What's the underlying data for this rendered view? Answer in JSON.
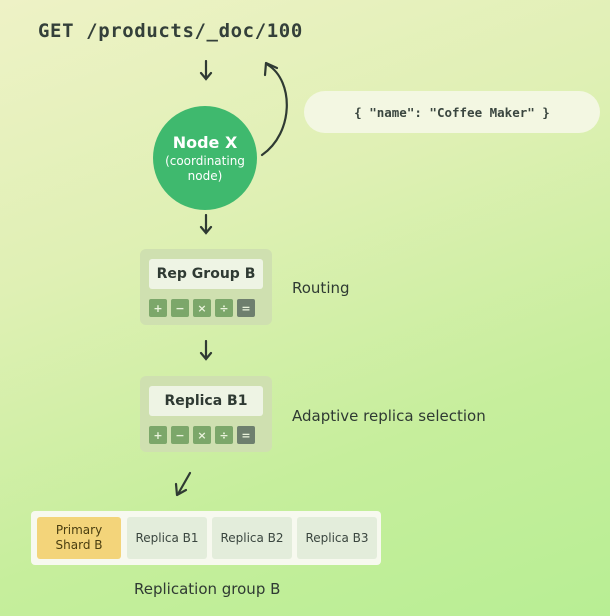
{
  "request": "GET /products/_doc/100",
  "response": "{ \"name\": \"Coffee Maker\" }",
  "node": {
    "title": "Node X",
    "subtitle": "(coordinating node)"
  },
  "routing_card": {
    "label": "Rep Group B",
    "side_label": "Routing"
  },
  "replica_card": {
    "label": "Replica B1",
    "side_label": "Adaptive replica selection"
  },
  "operators": [
    "+",
    "−",
    "×",
    "÷",
    "="
  ],
  "replication_group": {
    "shards": [
      "Primary Shard B",
      "Replica B1",
      "Replica B2",
      "Replica B3"
    ],
    "caption": "Replication group B"
  },
  "colors": {
    "node": "#3fb96e",
    "primary_shard": "#f3d47a",
    "card": "#cfe0b0"
  }
}
